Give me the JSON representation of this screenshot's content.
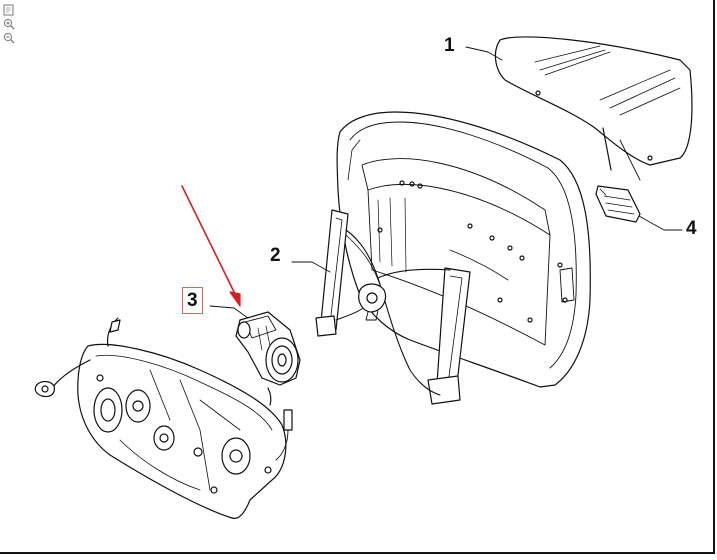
{
  "toolbar": {
    "tools": [
      {
        "name": "fit-page",
        "icon": "fit-page-icon"
      },
      {
        "name": "zoom-in",
        "icon": "zoom-in-icon"
      },
      {
        "name": "zoom-out",
        "icon": "zoom-out-icon"
      }
    ]
  },
  "callouts": {
    "part_1": "1",
    "part_2": "2",
    "part_3": "3",
    "part_4": "4"
  },
  "colors": {
    "line": "#111111",
    "highlight_arrow": "#d42020",
    "highlight_box": "#e06060"
  }
}
